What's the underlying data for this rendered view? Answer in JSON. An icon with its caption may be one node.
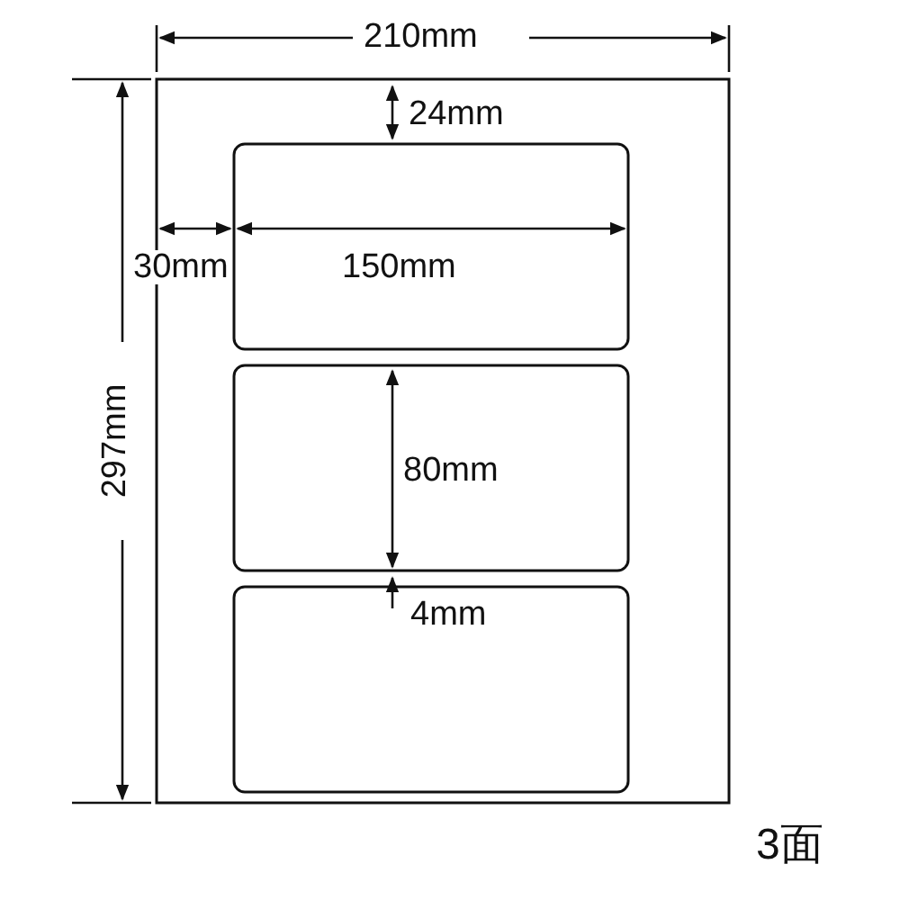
{
  "diagram": {
    "labels": [
      "210mm",
      "24mm",
      "30mm",
      "150mm",
      "80mm",
      "4mm",
      "297mm",
      "3面"
    ]
  }
}
